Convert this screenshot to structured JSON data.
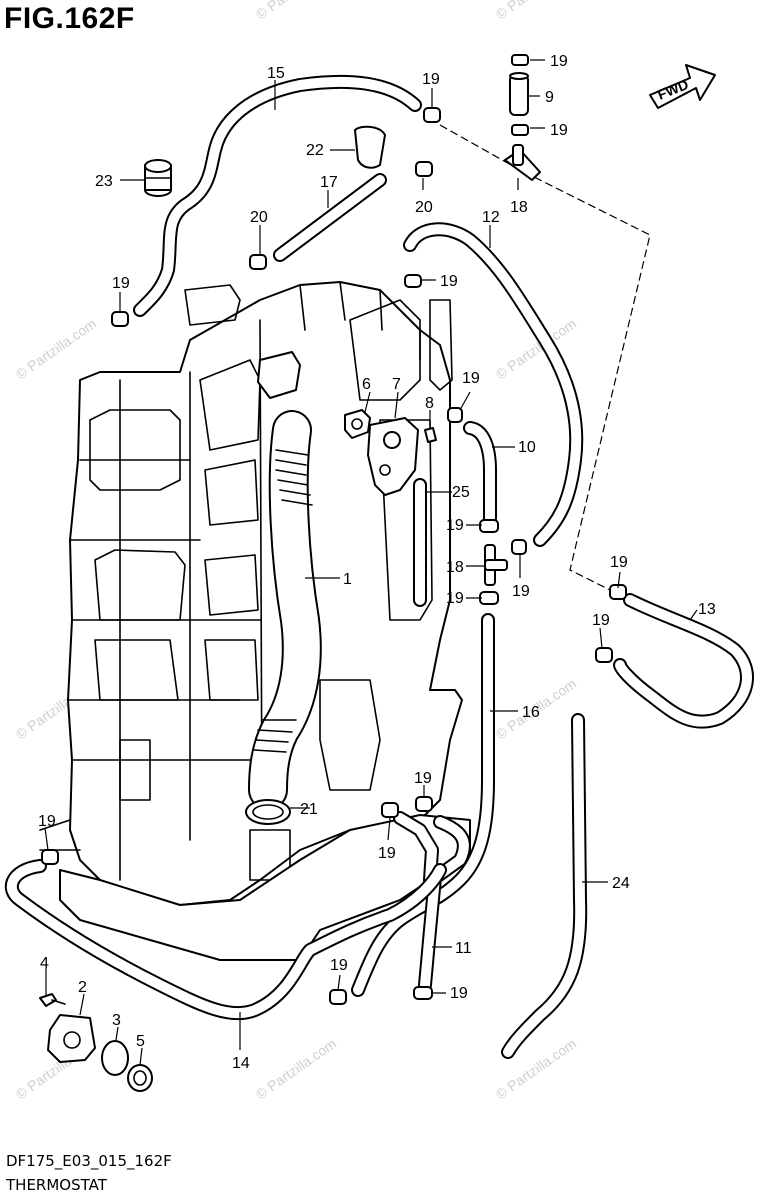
{
  "figure": {
    "title": "FIG.162F",
    "code": "DF175_E03_015_162F",
    "name": "THERMOSTAT"
  },
  "fwd_label": "FWD",
  "watermark": "© Partzilla.com",
  "callouts": {
    "c15": "15",
    "c19a": "19",
    "c9": "9",
    "c19b": "19",
    "c22": "22",
    "c23": "23",
    "c17": "17",
    "c18a": "18",
    "c20a": "20",
    "c20b": "20",
    "c12": "12",
    "c19c": "19",
    "c19d": "19",
    "c6": "6",
    "c7": "7",
    "c8": "8",
    "c19e": "19",
    "c10": "10",
    "c25": "25",
    "c19f": "19",
    "c18b": "18",
    "c19g": "19",
    "c19h": "19",
    "c1": "1",
    "c19i": "19",
    "c13": "13",
    "c19j": "19",
    "c16": "16",
    "c19k": "19",
    "c21": "21",
    "c19l": "19",
    "c24": "24",
    "c19m": "19",
    "c11": "11",
    "c19n": "19",
    "c19o": "19",
    "c4": "4",
    "c2": "2",
    "c3": "3",
    "c5": "5",
    "c14": "14"
  }
}
